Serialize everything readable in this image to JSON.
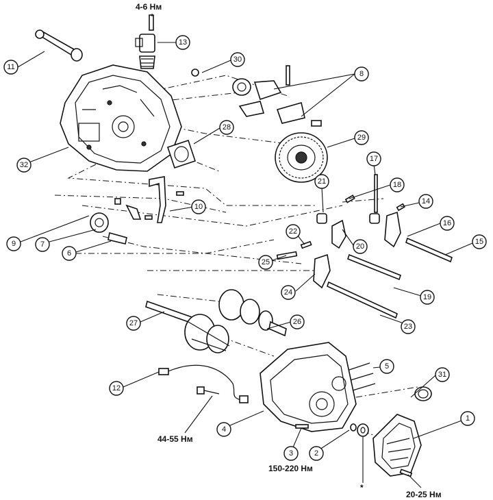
{
  "torque_labels": {
    "speedo_bolt": "4-6 Нм",
    "switch": "44-55 Нм",
    "mainshaft_nut": "150-220 Нм",
    "cover_bolt": "20-25 Нм",
    "note_mark": "*"
  },
  "callouts": [
    {
      "id": "c1",
      "num": "1"
    },
    {
      "id": "c2",
      "num": "2"
    },
    {
      "id": "c3",
      "num": "3"
    },
    {
      "id": "c4",
      "num": "4"
    },
    {
      "id": "c5",
      "num": "5"
    },
    {
      "id": "c6",
      "num": "6"
    },
    {
      "id": "c7",
      "num": "7"
    },
    {
      "id": "c8",
      "num": "8"
    },
    {
      "id": "c9",
      "num": "9"
    },
    {
      "id": "c10",
      "num": "10"
    },
    {
      "id": "c11",
      "num": "11"
    },
    {
      "id": "c12",
      "num": "12"
    },
    {
      "id": "c13",
      "num": "13"
    },
    {
      "id": "c14",
      "num": "14"
    },
    {
      "id": "c15",
      "num": "15"
    },
    {
      "id": "c16",
      "num": "16"
    },
    {
      "id": "c17",
      "num": "17"
    },
    {
      "id": "c18",
      "num": "18"
    },
    {
      "id": "c19",
      "num": "19"
    },
    {
      "id": "c20",
      "num": "20"
    },
    {
      "id": "c21",
      "num": "21"
    },
    {
      "id": "c22",
      "num": "22"
    },
    {
      "id": "c23",
      "num": "23"
    },
    {
      "id": "c24",
      "num": "24"
    },
    {
      "id": "c25",
      "num": "25"
    },
    {
      "id": "c26",
      "num": "26"
    },
    {
      "id": "c27",
      "num": "27"
    },
    {
      "id": "c28",
      "num": "28"
    },
    {
      "id": "c29",
      "num": "29"
    },
    {
      "id": "c30",
      "num": "30"
    },
    {
      "id": "c31",
      "num": "31"
    },
    {
      "id": "c32",
      "num": "32"
    }
  ]
}
